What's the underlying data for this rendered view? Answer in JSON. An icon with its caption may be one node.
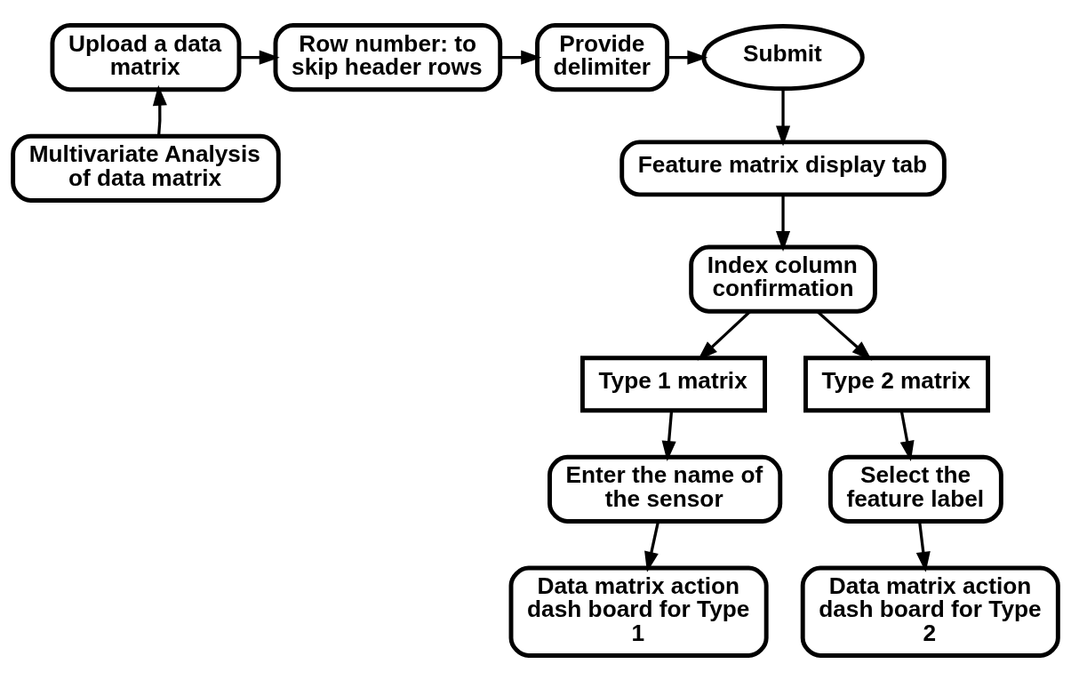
{
  "diagram": {
    "nodes": [
      {
        "text": [
          "Upload a data matrix"
        ]
      },
      {
        "text": [
          "Row number: to skip header rows"
        ]
      },
      {
        "text": [
          "Provide delimiter"
        ]
      },
      {
        "text": [
          "Submit"
        ]
      },
      {
        "text": [
          "Multivariate Analysis of data matrix"
        ]
      },
      {
        "text": [
          "Feature matrix display tab"
        ]
      },
      {
        "text": [
          "Index column confirmation"
        ]
      },
      {
        "text": [
          "Type 1 matrix"
        ]
      },
      {
        "text": [
          "Type 2 matrix"
        ]
      },
      {
        "text": [
          "Enter the name of the sensor"
        ]
      },
      {
        "text": [
          "Select the feature label"
        ]
      },
      {
        "text": [
          "Data matrix action dash board for Type 1"
        ]
      },
      {
        "text": [
          "Data matrix action dash board for Type 2"
        ]
      }
    ],
    "edges": [
      {
        "from": 4,
        "to": 0,
        "arrow": "to"
      },
      {
        "from": 0,
        "to": 1,
        "arrow": "to"
      },
      {
        "from": 1,
        "to": 2,
        "arrow": "to"
      },
      {
        "from": 2,
        "to": 3,
        "arrow": "to"
      },
      {
        "from": 3,
        "to": 5,
        "arrow": "to"
      },
      {
        "from": 5,
        "to": 6,
        "arrow": "to"
      },
      {
        "from": 6,
        "to": 7,
        "arrow": "to"
      },
      {
        "from": 6,
        "to": 8,
        "arrow": "to"
      },
      {
        "from": 7,
        "to": 9,
        "arrow": "to"
      },
      {
        "from": 8,
        "to": 10,
        "arrow": "to"
      },
      {
        "from": 9,
        "to": 11,
        "arrow": "to"
      },
      {
        "from": 10,
        "to": 12,
        "arrow": "to"
      }
    ]
  }
}
